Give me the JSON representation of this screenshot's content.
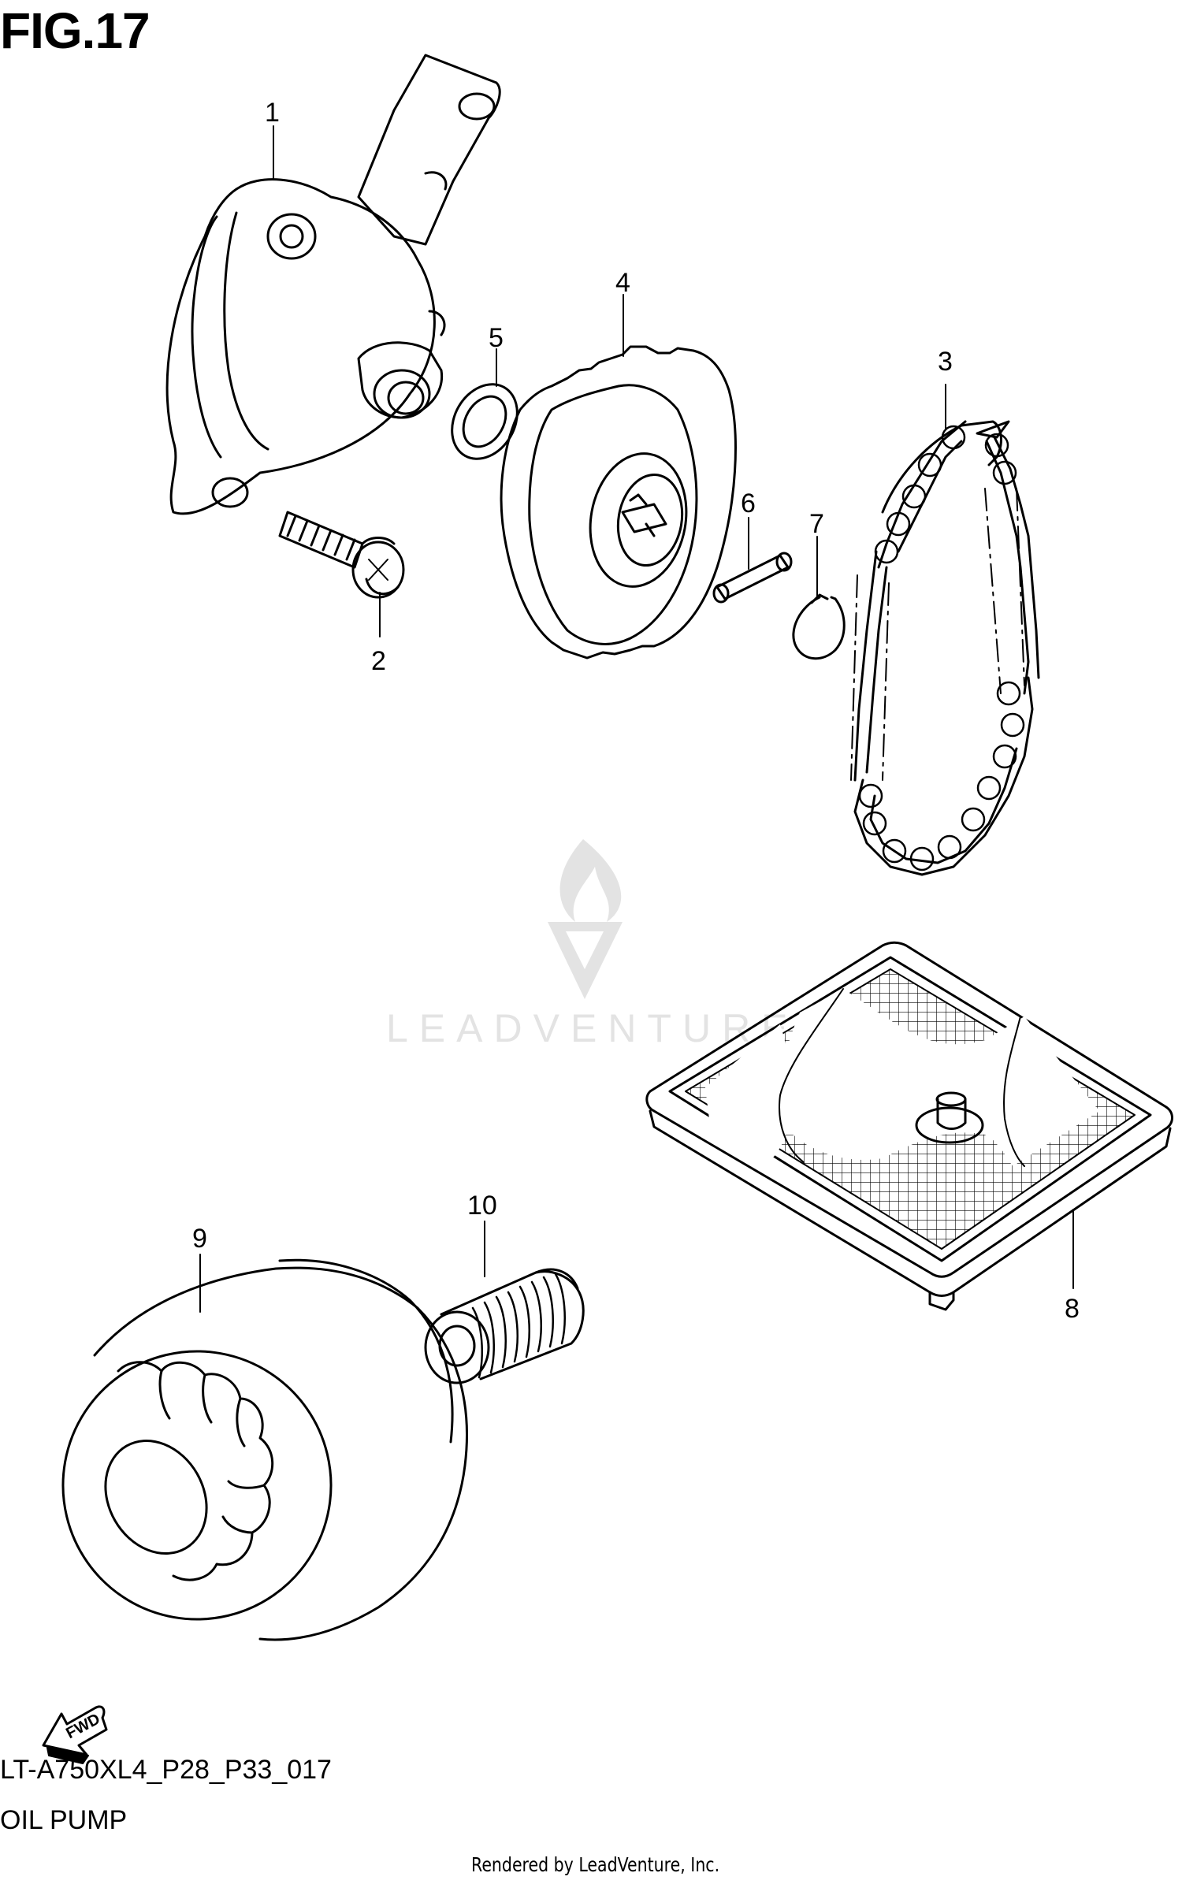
{
  "figure": {
    "title": "FIG.17"
  },
  "footer": {
    "model_code": "LT-A750XL4_P28_P33_017",
    "section_name": "OIL PUMP",
    "rendered_by": "Rendered by LeadVenture, Inc."
  },
  "watermark": {
    "text": "LEADVENTURE",
    "color": "#c8c8c8"
  },
  "fwd_badge": {
    "label": "FWD"
  },
  "callouts": [
    "1",
    "2",
    "3",
    "4",
    "5",
    "6",
    "7",
    "8",
    "9",
    "10"
  ],
  "colors": {
    "line": "#000000",
    "background": "#ffffff"
  }
}
